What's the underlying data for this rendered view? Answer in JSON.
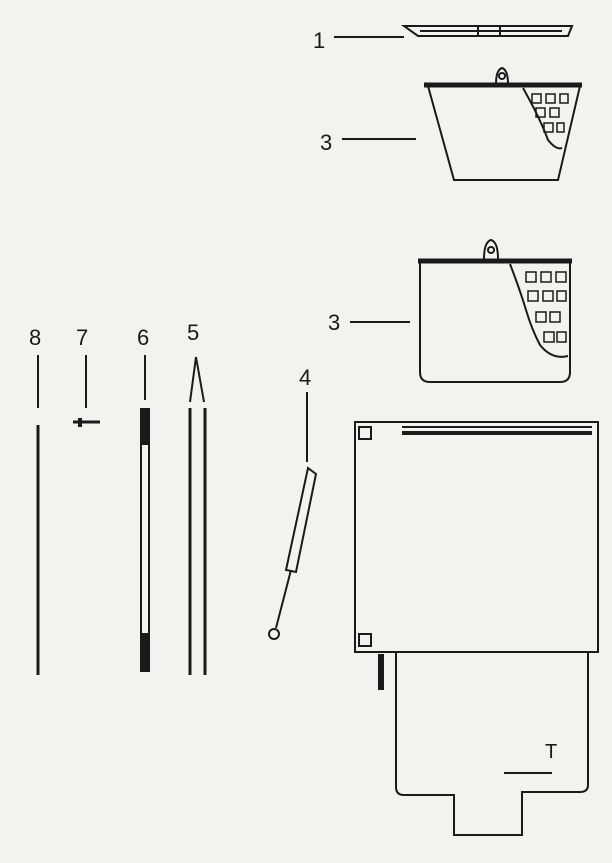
{
  "labels": {
    "part_1": "1",
    "part_3_top": "3",
    "part_3_mid": "3",
    "part_4": "4",
    "part_5": "5",
    "part_6": "6",
    "part_7": "7",
    "part_8": "8",
    "marker_t": "T"
  }
}
